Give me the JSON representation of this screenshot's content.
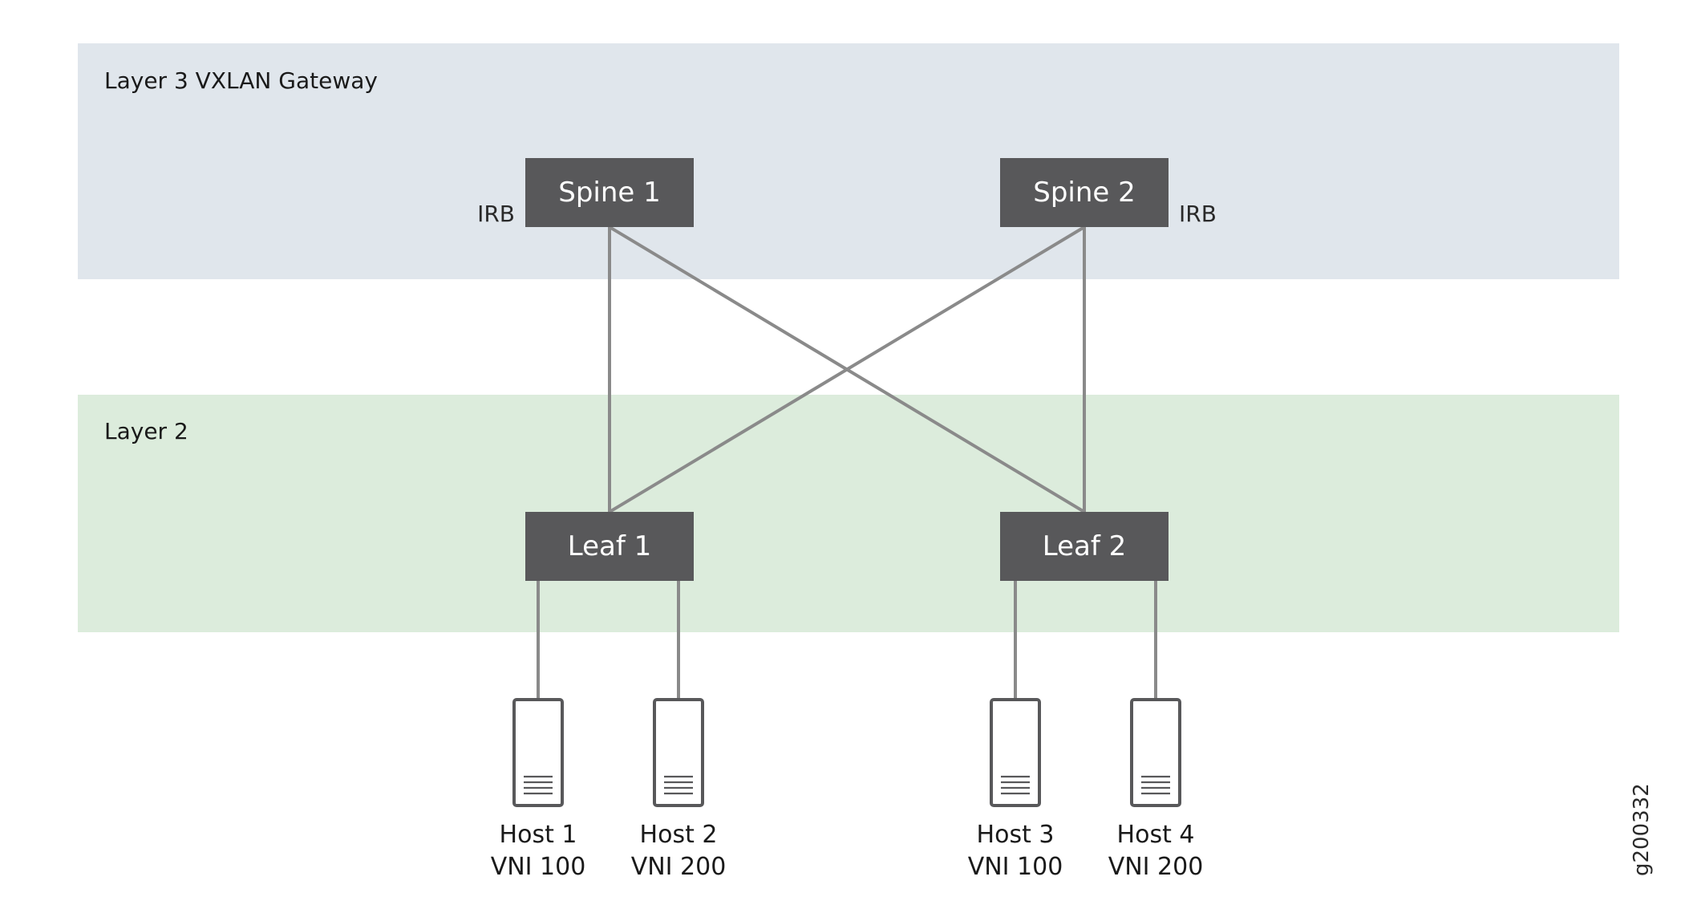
{
  "zones": {
    "layer3": {
      "label": "Layer 3 VXLAN Gateway",
      "color": "#e0e6ec"
    },
    "layer2": {
      "label": "Layer 2",
      "color": "#dcecdc"
    }
  },
  "spines": [
    {
      "id": "spine1",
      "label": "Spine 1",
      "tag": "IRB"
    },
    {
      "id": "spine2",
      "label": "Spine 2",
      "tag": "IRB"
    }
  ],
  "leaves": [
    {
      "id": "leaf1",
      "label": "Leaf 1"
    },
    {
      "id": "leaf2",
      "label": "Leaf 2"
    }
  ],
  "hosts": [
    {
      "id": "host1",
      "name": "Host 1",
      "vni": "VNI 100",
      "leaf": "leaf1"
    },
    {
      "id": "host2",
      "name": "Host 2",
      "vni": "VNI 200",
      "leaf": "leaf1"
    },
    {
      "id": "host3",
      "name": "Host 3",
      "vni": "VNI 100",
      "leaf": "leaf2"
    },
    {
      "id": "host4",
      "name": "Host 4",
      "vni": "VNI 200",
      "leaf": "leaf2"
    }
  ],
  "links": [
    {
      "from": "spine1",
      "to": "leaf1"
    },
    {
      "from": "spine1",
      "to": "leaf2"
    },
    {
      "from": "spine2",
      "to": "leaf1"
    },
    {
      "from": "spine2",
      "to": "leaf2"
    }
  ],
  "figure_id": "g200332",
  "colors": {
    "node_fill": "#58585a",
    "link": "#8a8a8a",
    "node_text": "#ffffff"
  }
}
